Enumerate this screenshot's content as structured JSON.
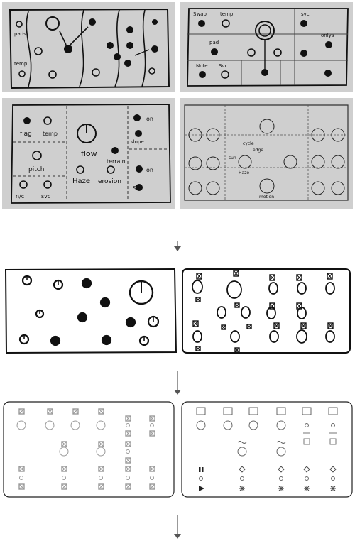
{
  "sketch_row": {
    "panel_a": {
      "labels": [
        "pads",
        "temp"
      ]
    },
    "panel_b": {
      "labels": [
        "Swap",
        "temp",
        "svc",
        "onlys",
        "pad",
        "Note",
        "Svc"
      ]
    },
    "panel_c": {
      "labels": [
        "flag",
        "temp",
        "pitch",
        "flow",
        "terrain",
        "Haze",
        "erosion",
        "slope",
        "on",
        "on",
        "Svc",
        "n/c",
        "svc"
      ]
    },
    "panel_d": {
      "labels": [
        "cycle",
        "Haze",
        "motion",
        "sun",
        "edge"
      ]
    }
  },
  "colors": {
    "sketch_bg": "#cfcfcf",
    "ink": "#111111",
    "line": "#555555",
    "arrow": "#555555",
    "ui_stroke": "#222222",
    "ui_fill": "#ffffff",
    "control_gray": "#9a9a9a"
  }
}
